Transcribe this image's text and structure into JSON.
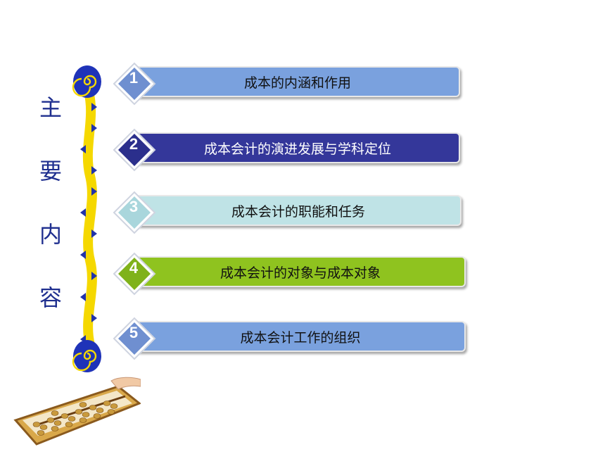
{
  "title_chars": [
    "主",
    "要",
    "内",
    "容"
  ],
  "items": [
    {
      "num": "1",
      "label": "成本的内涵和作用",
      "bar_color": "#7aa1de",
      "text_color": "#111111",
      "diamond": "#6f8fd0"
    },
    {
      "num": "2",
      "label": "成本会计的演进发展与学科定位",
      "bar_color": "#34379a",
      "text_color": "#ffffff",
      "diamond": "#2b2f8c"
    },
    {
      "num": "3",
      "label": "成本会计的职能和任务",
      "bar_color": "#bfe3e6",
      "text_color": "#111111",
      "diamond": "#a9d6dc"
    },
    {
      "num": "4",
      "label": "成本会计的对象与成本对象",
      "bar_color": "#8fc31f",
      "text_color": "#111111",
      "diamond": "#7fb21a"
    },
    {
      "num": "5",
      "label": "成本会计工作的组织",
      "bar_color": "#7aa1de",
      "text_color": "#111111",
      "diamond": "#6f8fd0"
    }
  ],
  "icons": {
    "spiral": "spiral-icon",
    "abacus": "abacus-image"
  }
}
